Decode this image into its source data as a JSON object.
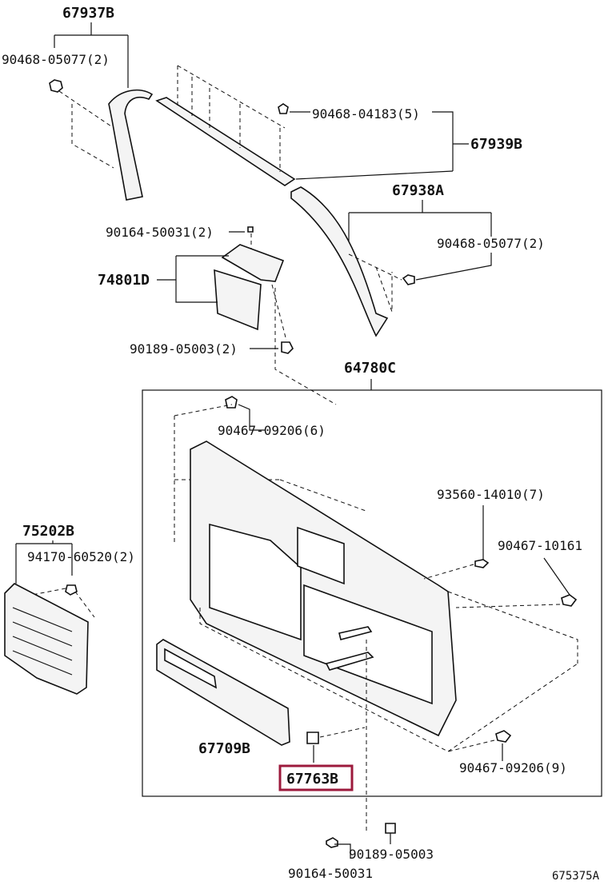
{
  "labels": {
    "p67937B": "67937B",
    "p90468_05077_a": "90468-05077(2)",
    "p90468_04183": "90468-04183(5)",
    "p67939B": "67939B",
    "p67938A": "67938A",
    "p90164_50031_a": "90164-50031(2)",
    "p90468_05077_b": "90468-05077(2)",
    "p74801D": "74801D",
    "p90189_05003_a": "90189-05003(2)",
    "p64780C": "64780C",
    "p90467_09206_a": "90467-09206(6)",
    "p93560_14010": "93560-14010(7)",
    "p90467_10161": "90467-10161",
    "p75202B": "75202B",
    "p94170_60520": "94170-60520(2)",
    "p67709B": "67709B",
    "p67763B": "67763B",
    "p90467_09206_b": "90467-09206(9)",
    "p90189_05003_b": "90189-05003",
    "p90164_50031_b": "90164-50031",
    "diagram_code": "675375A"
  },
  "highlight_color": "#9c1a3c"
}
